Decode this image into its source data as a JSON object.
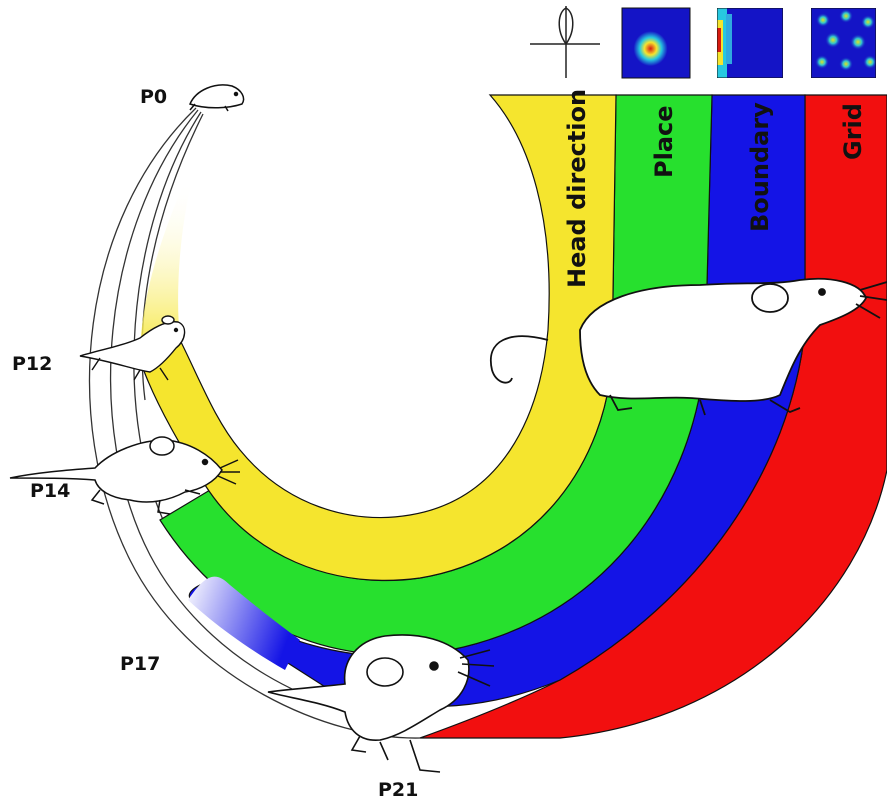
{
  "ages": {
    "p0": "P0",
    "p12": "P12",
    "p14": "P14",
    "p17": "P17",
    "p21": "P21"
  },
  "bands": [
    {
      "key": "head-direction",
      "label": "Head direction",
      "color": "#f5e52e"
    },
    {
      "key": "place",
      "label": "Place",
      "color": "#27e02e"
    },
    {
      "key": "boundary",
      "label": "Boundary",
      "color": "#1414e6"
    },
    {
      "key": "grid",
      "label": "Grid",
      "color": "#f20f0f"
    }
  ],
  "icons": [
    "head-direction-polar-icon",
    "place-field-heatmap-icon",
    "boundary-field-heatmap-icon",
    "grid-field-heatmap-icon"
  ]
}
